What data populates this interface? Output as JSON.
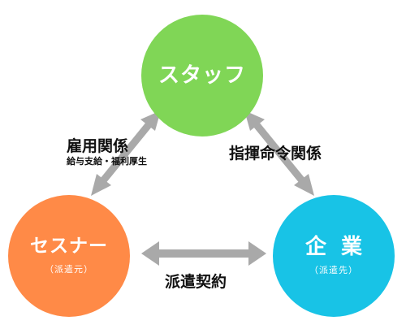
{
  "nodes": {
    "staff": {
      "title": "スタッフ",
      "color": "#80d656"
    },
    "sesnar": {
      "title": "セスナー",
      "subtitle": "（派遣元）",
      "color": "#ff8a47"
    },
    "company": {
      "title": "企業",
      "subtitle": "（派遣先）",
      "color": "#18c3e6"
    }
  },
  "relations": {
    "employment": {
      "label": "雇用関係",
      "sublabel": "給与支給・福利厚生"
    },
    "command": {
      "label": "指揮命令関係"
    },
    "dispatch_contract": {
      "label": "派遣契約"
    }
  },
  "arrow_color": "#a9a9a9"
}
